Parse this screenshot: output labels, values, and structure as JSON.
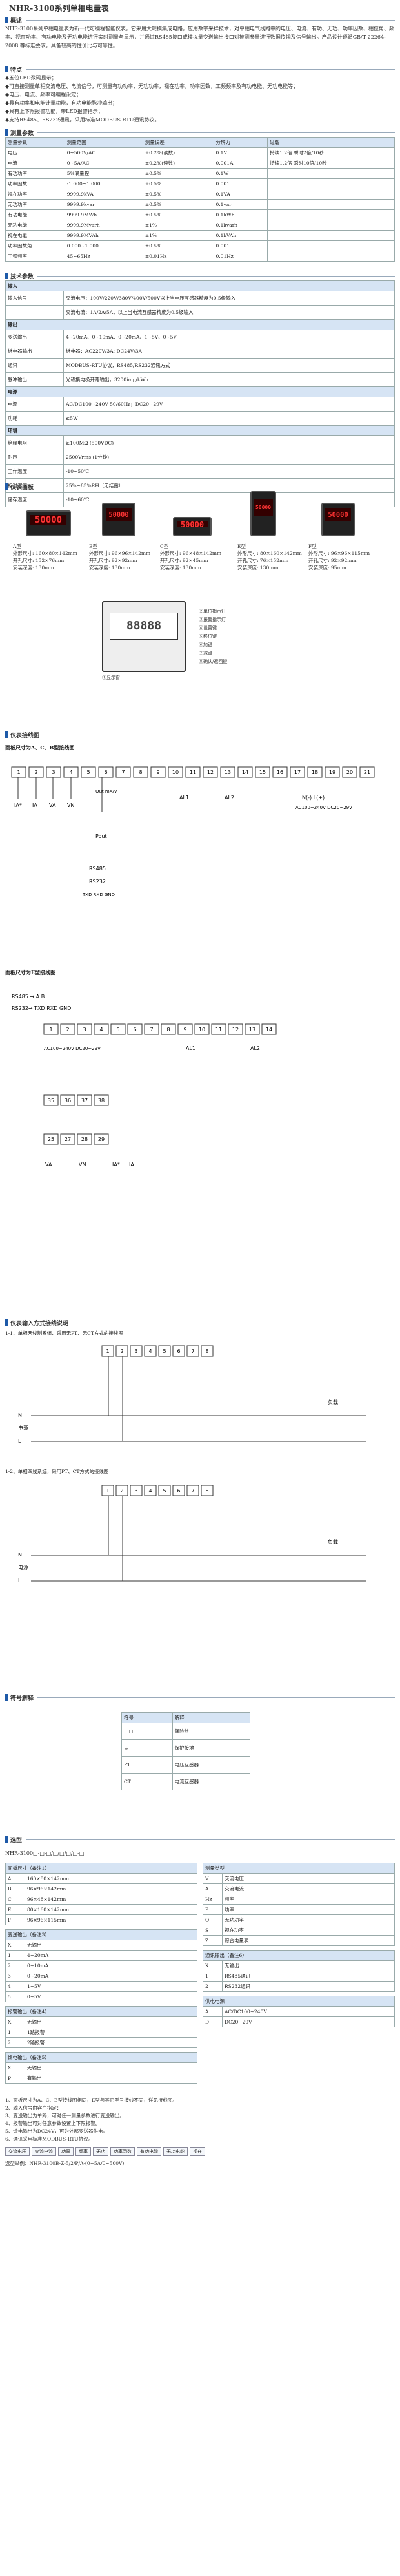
{
  "title": "NHR-3100系列单相电量表",
  "sections": {
    "overview": "概述",
    "features": "特点",
    "params": "测量参数",
    "tech": "技术参数",
    "appearance": "仪表面板",
    "wiring": "仪表接线图",
    "wiring2": "仪表输入方式接线说明",
    "symbols": "符号解释",
    "select": "选型"
  },
  "overview_text": "NHR-3100系列单相电量表为新一代可编程智能仪表，它采用大规模集成电路，应用数字采样技术，对单相电气线路中的电压、电流、有功、无功、功率因数、相位角、频率、视在功率、有功电能及无功电能进行实时测量与显示，并通过RS485接口或模拟量变送输出接口对被测参量进行数据传输及信号输出。产品设计遵循GB/T 22264-2008 等标准要求，具备较高的性价比与可靠性。",
  "features": [
    "◆五位LED数码显示；",
    "◆可直接测量单相交流电压、电流信号，可测量有功功率，无功功率，视在功率，功率因数，工频频率及有功电能、无功电能等；",
    "◆电压、电流、频率可编程设定；",
    "◆具有功率和电能计量功能，有功电能脉冲输出；",
    "◆具有上下限报警功能，带LED报警指示；",
    "◆支持RS485、RS232通讯，采用标准MODBUS RTU通讯协议。"
  ],
  "params": {
    "headers": [
      "测量参数",
      "测量范围",
      "测量误差",
      "分辨力",
      "过载"
    ],
    "rows": [
      [
        "电压",
        "0~500V/AC",
        "±0.2%(读数)",
        "0.1V",
        "持续1.2倍 瞬时2倍/10秒"
      ],
      [
        "电流",
        "0~5A/AC",
        "±0.2%(读数)",
        "0.001A",
        "持续1.2倍 瞬时10倍/10秒"
      ],
      [
        "有功功率",
        "5%满量程",
        "±0.5%",
        "0.1W",
        ""
      ],
      [
        "功率因数",
        "-1.000~1.000",
        "±0.5%",
        "0.001",
        ""
      ],
      [
        "视在功率",
        "9999.9kVA",
        "±0.5%",
        "0.1VA",
        ""
      ],
      [
        "无功功率",
        "9999.9kvar",
        "±0.5%",
        "0.1var",
        ""
      ],
      [
        "有功电能",
        "9999.9MWh",
        "±0.5%",
        "0.1kWh",
        ""
      ],
      [
        "无功电能",
        "9999.9Mvarh",
        "±1%",
        "0.1kvarh",
        ""
      ],
      [
        "视在电能",
        "9999.9MVAh",
        "±1%",
        "0.1kVAh",
        ""
      ],
      [
        "功率因数角",
        "0.000~1.000",
        "±0.5%",
        "0.001",
        ""
      ],
      [
        "工频频率",
        "45~65Hz",
        "±0.01Hz",
        "0.01Hz",
        ""
      ]
    ]
  },
  "tech": {
    "groups": [
      {
        "name": "输入",
        "rows": [
          [
            "输入信号",
            "交流电压：100V/220V/380V/400V/500V以上当电压互感器精度为0.5级输入"
          ],
          [
            "",
            "交流电流：1A/2A/5A，以上当电流互感器精度为0.5级输入"
          ]
        ]
      },
      {
        "name": "输出",
        "rows": [
          [
            "变送输出",
            "4~20mA、0~10mA、0~20mA、1~5V、0~5V"
          ],
          [
            "继电器输出",
            "继电器：AC220V/3A; DC24V/3A"
          ],
          [
            "通讯",
            "MODBUS-RTU协议，RS485/RS232通讯方式"
          ],
          [
            "脉冲输出",
            "光耦集电极开路输出，3200imp/kWh"
          ]
        ]
      },
      {
        "name": "电源",
        "rows": [
          [
            "电源",
            "AC/DC100~240V 50/60Hz；DC20~29V"
          ],
          [
            "功耗",
            "≤5W"
          ]
        ]
      },
      {
        "name": "环境",
        "rows": [
          [
            "绝缘电阻",
            "≥100MΩ (500VDC)"
          ],
          [
            "耐压",
            "2500Vrms (1分钟)"
          ],
          [
            "工作温度",
            "-10~50℃"
          ],
          [
            "相对湿度",
            "25%~85%RH（无结露）"
          ],
          [
            "储存温度",
            "-10~60℃"
          ]
        ]
      }
    ]
  },
  "models": [
    {
      "name": "A型",
      "spec": "外形尺寸: 160×80×142mm",
      "hole": "开孔尺寸: 152×76mm",
      "depth": "安装深度: 130mm",
      "disp": "50000"
    },
    {
      "name": "B型",
      "spec": "外形尺寸: 96×96×142mm",
      "hole": "开孔尺寸: 92×92mm",
      "depth": "安装深度: 130mm",
      "disp": "50000"
    },
    {
      "name": "C型",
      "spec": "外形尺寸: 96×48×142mm",
      "hole": "开孔尺寸: 92×45mm",
      "depth": "安装深度: 130mm",
      "disp": "50000"
    },
    {
      "name": "E型",
      "spec": "外形尺寸: 80×160×142mm",
      "hole": "开孔尺寸: 76×152mm",
      "depth": "安装深度: 130mm",
      "disp": "50000"
    },
    {
      "name": "F型",
      "spec": "外形尺寸: 96×96×115mm",
      "hole": "开孔尺寸: 92×92mm",
      "depth": "安装深度: 95mm",
      "disp": "50000"
    }
  ],
  "panel": {
    "disp": "88888",
    "labels": [
      "①显示窗",
      "②单位指示灯",
      "③报警指示灯",
      "④设置键",
      "⑤移位键",
      "⑥加键",
      "⑦减键",
      "⑧确认/返回键"
    ]
  },
  "wiring_a_title": "面板尺寸为A、C、B型接线图",
  "wiring_b_title": "面板尺寸为E型接线图",
  "wire_labels": {
    "ia": "IA*",
    "ib": "IA",
    "va": "VA",
    "vn": "VN",
    "out": "Out mA/V",
    "pout": "Pout",
    "rs485": "RS485",
    "rs232": "RS232",
    "txd": "TXD RXD GND",
    "al1": "AL1",
    "al2": "AL2",
    "power": "AC100~240V DC20~29V",
    "nl": "N(-) L(+)",
    "ab": "RS485 → A B",
    "rsx": "RS232→ TXD RXD GND"
  },
  "terms_a": [
    "1",
    "2",
    "3",
    "4",
    "5",
    "6",
    "7",
    "8",
    "9",
    "10",
    "11",
    "12",
    "13",
    "14",
    "15",
    "16",
    "17",
    "18",
    "19",
    "20",
    "21"
  ],
  "terms_b": [
    "1",
    "2",
    "3",
    "4",
    "5",
    "6",
    "7",
    "8",
    "9",
    "10",
    "11",
    "12",
    "13",
    "14"
  ],
  "terms_b2": [
    "35",
    "36",
    "37",
    "38"
  ],
  "terms_b3": [
    "25",
    "27",
    "28",
    "29"
  ],
  "wiring2": {
    "c1": "1-1、单相两线制系统、采用无PT、无CT方式的接线图",
    "c2": "1-2、单相四线系统，采用PT、CT方式的接线图",
    "load": "负载",
    "power": "电源",
    "n": "N",
    "l": "L"
  },
  "symbols": {
    "headers": [
      "符号",
      "解释"
    ],
    "rows": [
      [
        "—□—",
        "保险丝"
      ],
      [
        "⏚",
        "保护接地"
      ],
      [
        "PT",
        "电压互感器"
      ],
      [
        "CT",
        "电流互感器"
      ]
    ]
  },
  "select": {
    "code": "NHR-3100□-□-□/□/□/□/□-□",
    "left": [
      {
        "title": "面板尺寸（备注1）",
        "rows": [
          [
            "A",
            "160×80×142mm"
          ],
          [
            "B",
            "96×96×142mm"
          ],
          [
            "C",
            "96×48×142mm"
          ],
          [
            "E",
            "80×160×142mm"
          ],
          [
            "F",
            "96×96×115mm"
          ]
        ]
      },
      {
        "title": "变送输出（备注3）",
        "rows": [
          [
            "X",
            "无输出"
          ],
          [
            "1",
            "4~20mA"
          ],
          [
            "2",
            "0~10mA"
          ],
          [
            "3",
            "0~20mA"
          ],
          [
            "4",
            "1~5V"
          ],
          [
            "5",
            "0~5V"
          ]
        ]
      },
      {
        "title": "报警输出（备注4）",
        "rows": [
          [
            "X",
            "无输出"
          ],
          [
            "1",
            "1路报警"
          ],
          [
            "2",
            "2路报警"
          ]
        ]
      },
      {
        "title": "馈电输出（备注5）",
        "rows": [
          [
            "X",
            "无输出"
          ],
          [
            "P",
            "有输出"
          ]
        ]
      }
    ],
    "right": [
      {
        "title": "测量类型",
        "rows": [
          [
            "V",
            "交流电压"
          ],
          [
            "A",
            "交流电流"
          ],
          [
            "Hz",
            "频率"
          ],
          [
            "P",
            "功率"
          ],
          [
            "Q",
            "无功功率"
          ],
          [
            "S",
            "视在功率"
          ],
          [
            "Z",
            "综合电量表"
          ]
        ]
      },
      {
        "title": "通讯输出（备注6）",
        "rows": [
          [
            "X",
            "无输出"
          ],
          [
            "1",
            "RS485通讯"
          ],
          [
            "2",
            "RS232通讯"
          ]
        ]
      },
      {
        "title": "供电电源",
        "rows": [
          [
            "A",
            "AC/DC100~240V"
          ],
          [
            "D",
            "DC20~29V"
          ]
        ]
      }
    ]
  },
  "notes": [
    "1、面板尺寸为A、C、B型接线图相同，E型与其它型号接线不同，详见接线图。",
    "2、输入信号由客户指定：",
    "3、变送输出为单路，可对任一测量参数进行变送输出。",
    "4、报警输出可对任意参数设置上下限报警。",
    "5、馈电输出为DC24V，可为外部变送器供电。",
    "6、通讯采用标准MODBUS-RTU协议。"
  ],
  "chips": [
    "交流电压",
    "交流电流",
    "功率",
    "频率",
    "无功",
    "功率因数",
    "有功电能",
    "无功电能",
    "视在"
  ],
  "example": "选型举例：NHR-3100B-Z-5/2/P/A-(0~5A/0~500V)"
}
